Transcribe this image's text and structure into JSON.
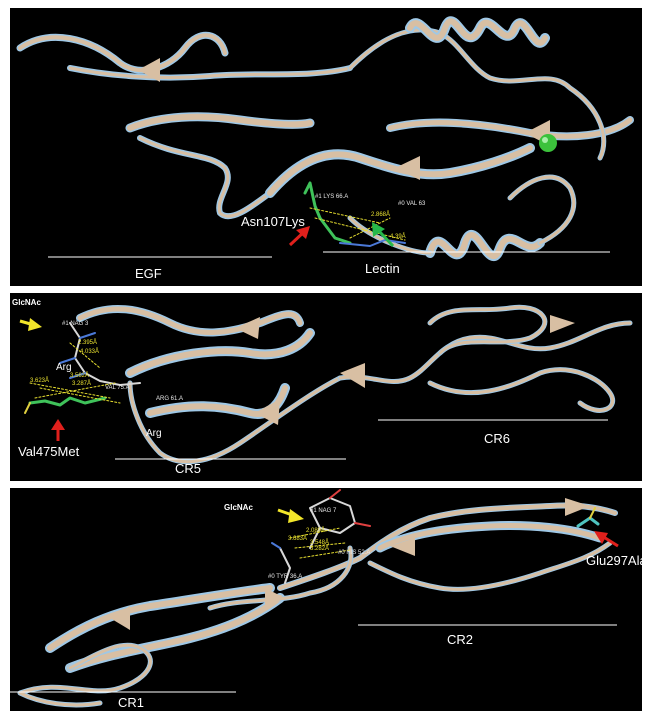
{
  "colors": {
    "background": "#000000",
    "ribbon_tan": "#d8bfa3",
    "ribbon_blue": "#9fc8e6",
    "arrow_red": "#e0201c",
    "arrow_green": "#26b84a",
    "arrow_yellow": "#f2e62a",
    "distance_label": "#e8e030",
    "ion_sphere": "#3cc23c"
  },
  "panel1": {
    "domain_left": "EGF",
    "domain_right": "Lectin",
    "mutation": "Asn107Lys",
    "residue_1": "#1 LYS 66.A",
    "residue_2": "#0 VAL 63",
    "distance_1": "2.868Å",
    "distance_2": "4.39Å",
    "icons": [
      "red-arrow",
      "green-arrow",
      "calcium-ion-sphere"
    ]
  },
  "panel2": {
    "glcnac": "GlcNAc",
    "residue_nag": "#1 NAG 3",
    "arg_label_1": "Arg",
    "arg_label_2": "Arg",
    "residue_arg": "ARG 61.A",
    "residue_val": "VAL 75.A",
    "distances": [
      "2.395Å",
      "4.033Å",
      "3.623Å",
      "3.562Å",
      "3.287Å"
    ],
    "mutation": "Val475Met",
    "domain_left": "CR5",
    "domain_right": "CR6",
    "icons": [
      "yellow-arrow",
      "red-arrow"
    ]
  },
  "panel3": {
    "glcnac": "GlcNAc",
    "residue_nag": "#1 NAG 7",
    "residue_his": "#0 HIS 52.A",
    "residue_tyr": "#0 TYR 36.A",
    "distances": [
      "2.089Å",
      "3.683Å",
      "3.548Å",
      "3.282Å"
    ],
    "mutation": "Glu297Ala",
    "domain_left": "CR1",
    "domain_right": "CR2",
    "icons": [
      "yellow-arrow",
      "red-arrow"
    ]
  }
}
